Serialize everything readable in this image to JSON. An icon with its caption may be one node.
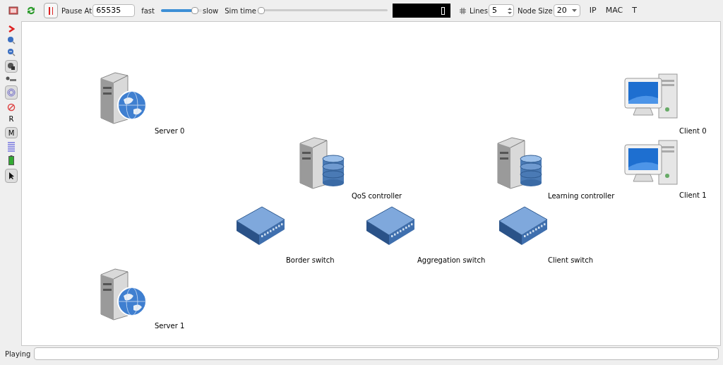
{
  "diagram": {
    "nodes": [
      {
        "text": [
          "Server 0"
        ]
      },
      {
        "text": [
          "Client 0"
        ]
      },
      {
        "text": [
          "QoS controller"
        ]
      },
      {
        "text": [
          "Learning controller"
        ]
      },
      {
        "text": [
          "Client 1"
        ]
      },
      {
        "text": [
          "Border switch"
        ]
      },
      {
        "text": [
          "Aggregation switch"
        ]
      },
      {
        "text": [
          "Client switch"
        ]
      },
      {
        "text": [
          "Server 1"
        ]
      }
    ],
    "labels": [
      "Pause At",
      "65535",
      "fast",
      "slow",
      "Sim time",
      "Lines",
      "5",
      "Node Size",
      "20",
      "IP",
      "MAC",
      "T",
      "R",
      "M",
      "Playing"
    ]
  }
}
